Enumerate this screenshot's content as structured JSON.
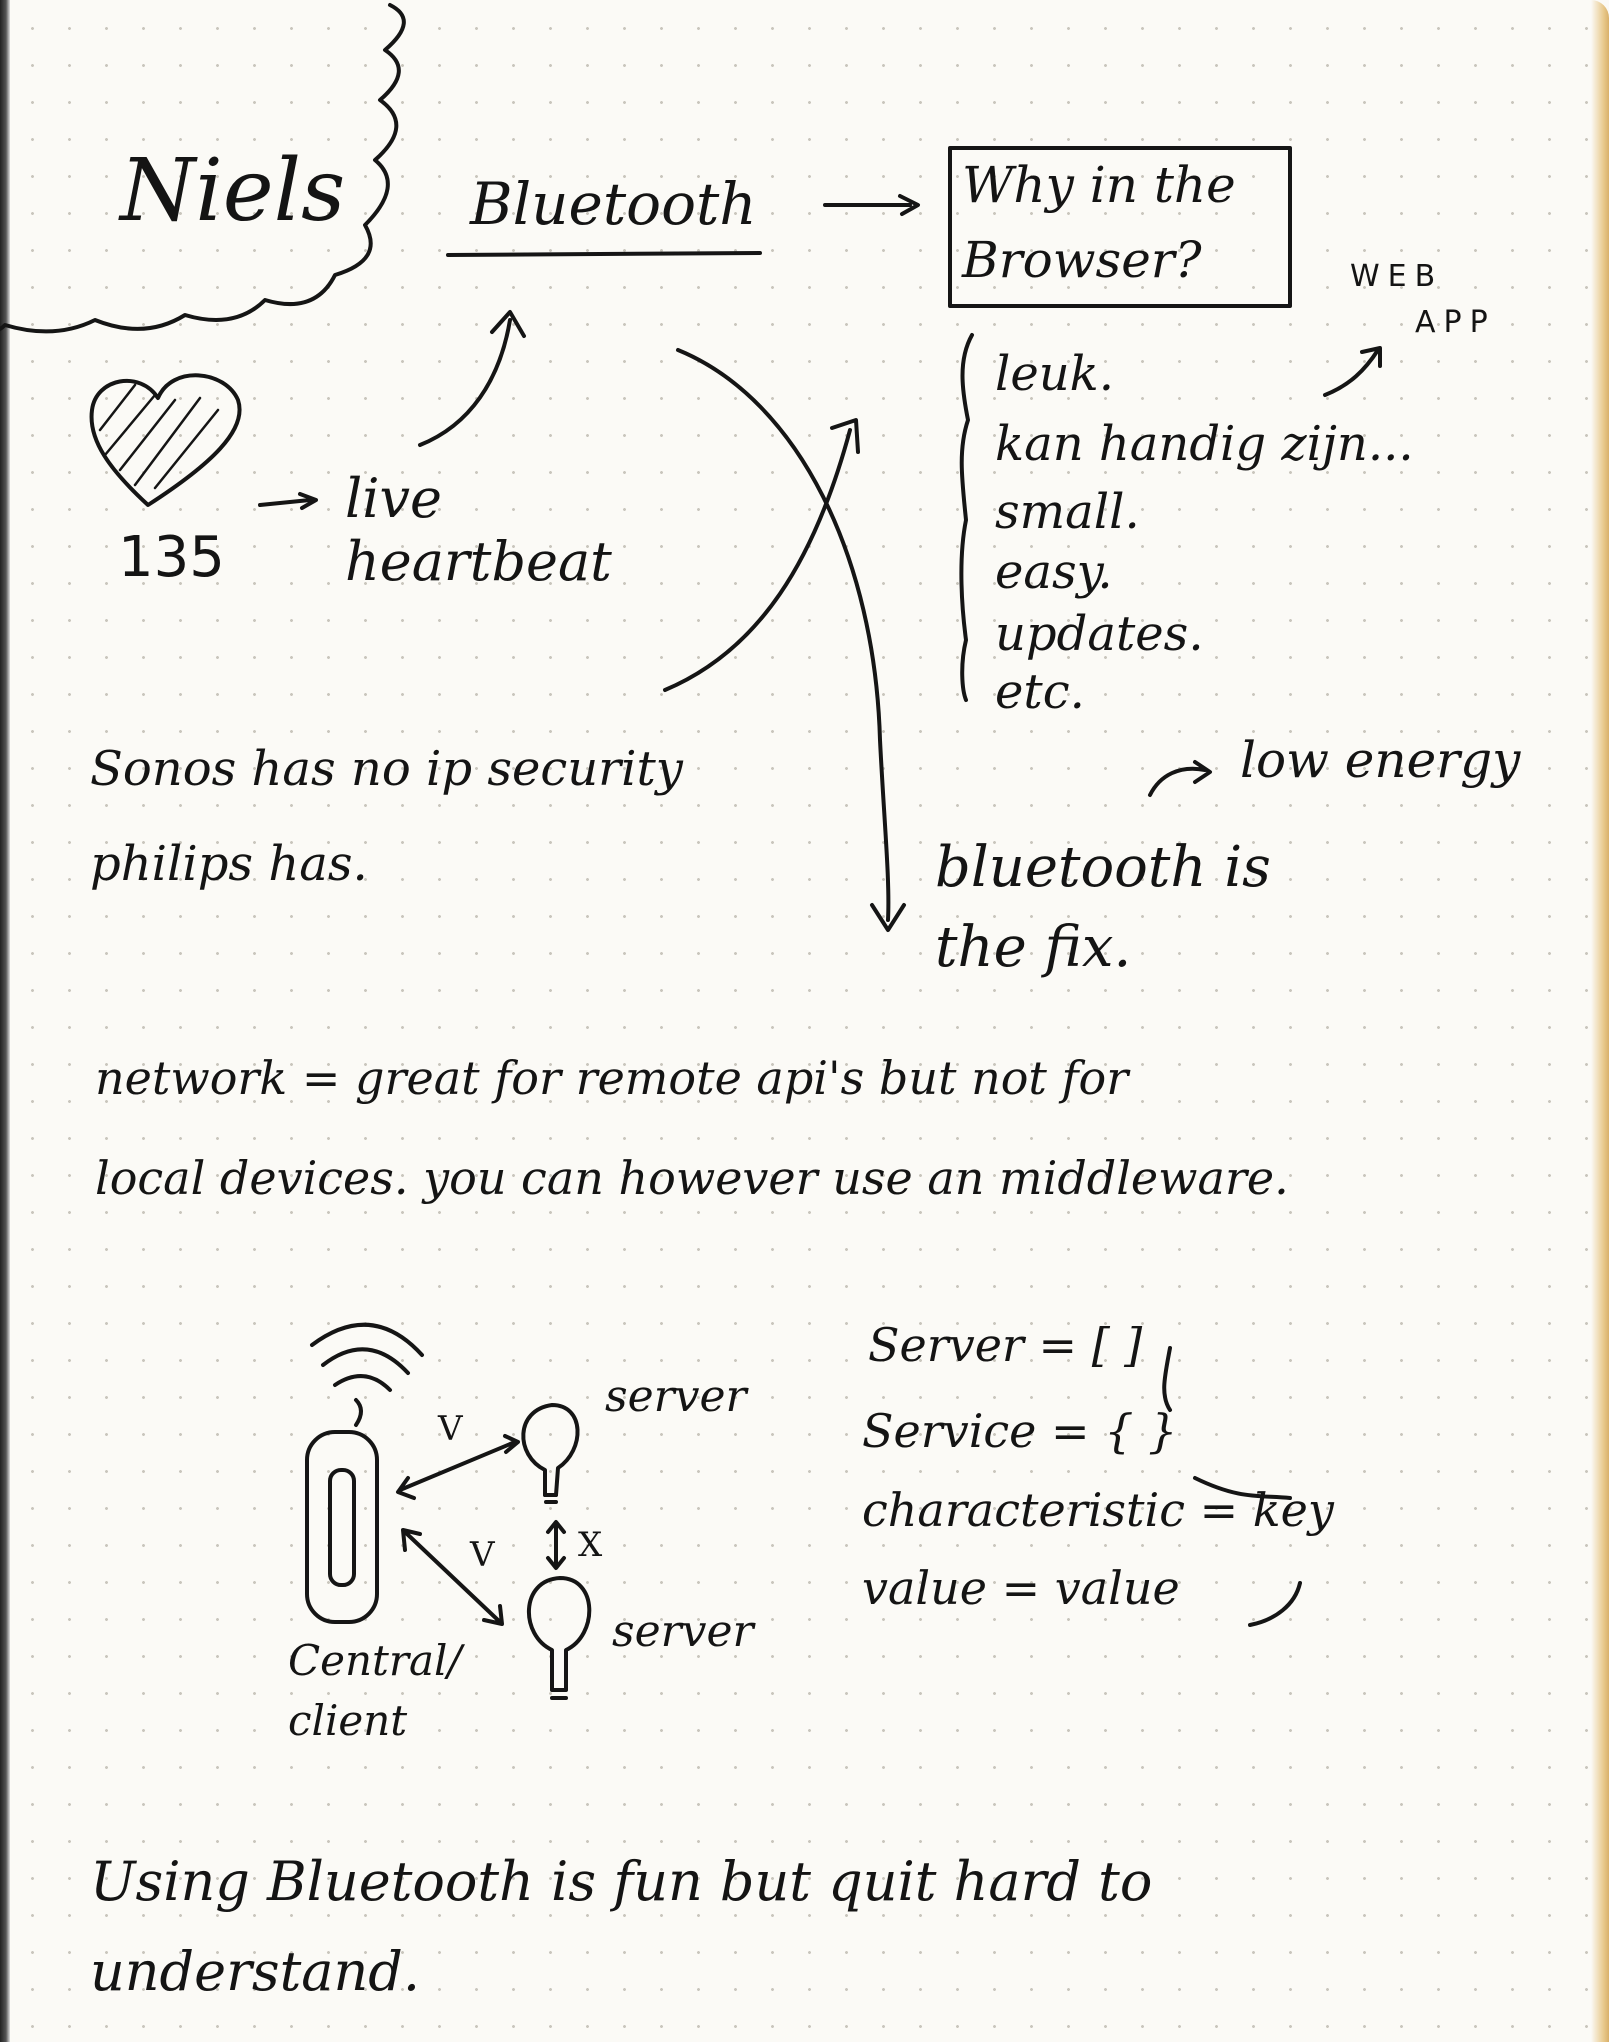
{
  "speaker": "Niels",
  "heart_count": "135",
  "heart_label": [
    "live",
    "heartbeat"
  ],
  "topic": "Bluetooth",
  "question": [
    "Why in the",
    "Browser?"
  ],
  "web_app": [
    "WEB",
    "APP"
  ],
  "reasons": [
    "leuk.",
    "kan handig zijn...",
    "small.",
    "easy.",
    "updates.",
    "etc."
  ],
  "low_energy": "low energy",
  "bt_fix": [
    "bluetooth is",
    "the fix."
  ],
  "sonos": [
    "Sonos has no ip security",
    "philips has."
  ],
  "network": [
    "network = great for remote api's but not for",
    "local devices. you can however use an middleware."
  ],
  "diagram": {
    "server_top": "server",
    "server_bottom": "server",
    "check_1": "V",
    "check_2": "V",
    "cross": "X",
    "client": [
      "Central/",
      "client"
    ]
  },
  "definitions": [
    "Server = [ ]",
    "Service = { }",
    "characteristic = key",
    "value = value"
  ],
  "conclusion": [
    "Using Bluetooth is fun but quit hard to",
    "understand."
  ]
}
